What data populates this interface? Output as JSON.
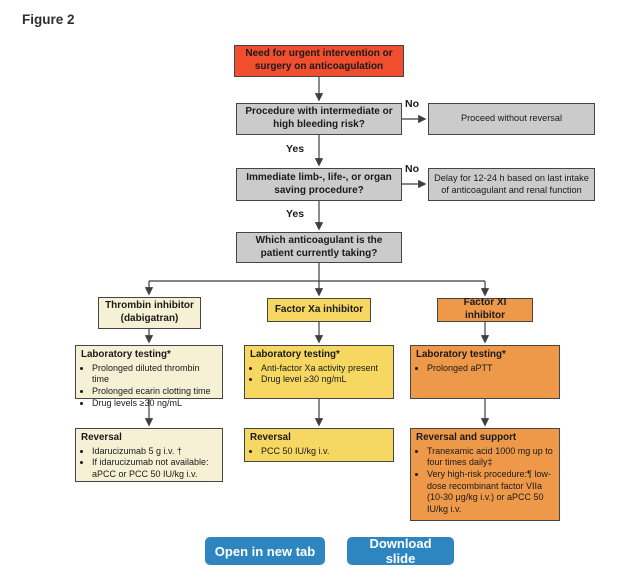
{
  "figure_title": "Figure 2",
  "colors": {
    "start_box": "#f04e2e",
    "question_box": "#cbcbcb",
    "thrombin_branch": "#f6f0d4",
    "factor_xa_branch": "#f5d762",
    "factor_xi_branch": "#ee9849",
    "button_blue": "#2e86c1",
    "line": "#3f3f3f"
  },
  "flow": {
    "start": {
      "text": "Need for urgent intervention or surgery on anticoagulation"
    },
    "q1": {
      "text": "Procedure with intermediate or high bleeding risk?",
      "no_label": "No",
      "yes_label": "Yes",
      "no_box": "Proceed without reversal"
    },
    "q2": {
      "text": "Immediate limb-, life-, or organ saving procedure?",
      "no_label": "No",
      "yes_label": "Yes",
      "no_box": "Delay for 12-24 h based on last intake of anticoagulant and renal function"
    },
    "q3": {
      "text": "Which anticoagulant is the patient currently taking?"
    }
  },
  "branches": [
    {
      "header": "Thrombin inhibitor (dabigatran)",
      "lab_title": "Laboratory testing*",
      "lab_items": [
        "Prolonged diluted thrombin time",
        "Prolonged ecarin clotting time",
        "Drug levels ≥30 ng/mL"
      ],
      "reversal_title": "Reversal",
      "reversal_items": [
        "Idarucizumab 5 g i.v. †",
        "If idarucizumab not available: aPCC or PCC 50 IU/kg i.v."
      ]
    },
    {
      "header": "Factor Xa inhibitor",
      "lab_title": "Laboratory testing*",
      "lab_items": [
        "Anti-factor Xa activity present",
        "Drug level ≥30 ng/mL"
      ],
      "reversal_title": "Reversal",
      "reversal_items": [
        "PCC 50 IU/kg i.v."
      ]
    },
    {
      "header": "Factor XI inhibitor",
      "lab_title": "Laboratory testing*",
      "lab_items": [
        "Prolonged aPTT"
      ],
      "reversal_title": "Reversal and support",
      "reversal_items": [
        "Tranexamic acid 1000 mg up to four times daily‡",
        "Very high-risk procedure:¶ low-dose recombinant factor VIIa (10-30 μg/kg i.v.) or aPCC 50 IU/kg i.v."
      ]
    }
  ],
  "buttons": {
    "open_new_tab": "Open in new tab",
    "download_slide": "Download slide"
  }
}
